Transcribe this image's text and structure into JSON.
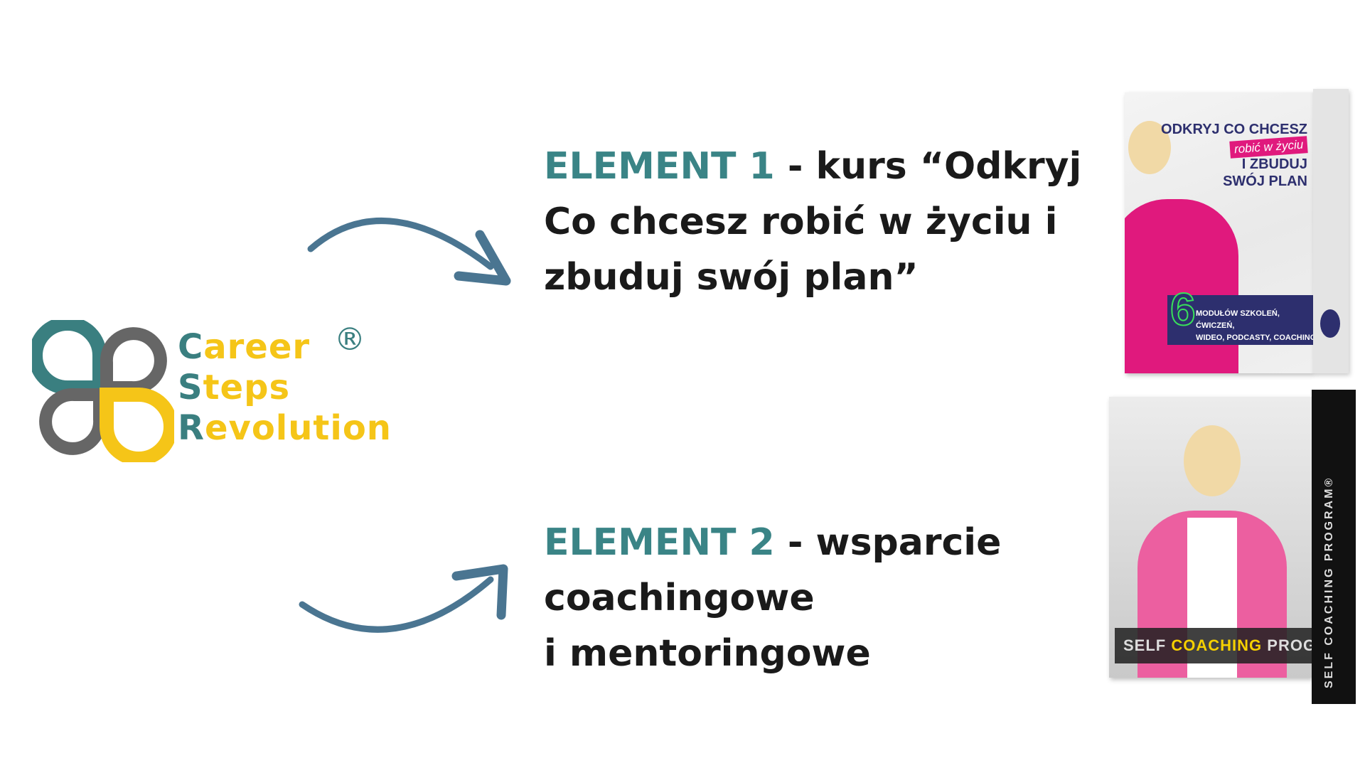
{
  "logo": {
    "lines": [
      {
        "initial": "C",
        "rest": "areer"
      },
      {
        "initial": "S",
        "rest": "teps"
      },
      {
        "initial": "R",
        "rest": "evolution"
      }
    ],
    "registered": "®",
    "colors": {
      "teal": "#3a7f80",
      "gray": "#666666",
      "yellow": "#f5c518"
    }
  },
  "element1": {
    "label": "ELEMENT 1",
    "text_line1": " - kurs “Odkryj",
    "text_line2": "Co chcesz robić w życiu i",
    "text_line3": "zbuduj swój plan”"
  },
  "element2": {
    "label": "ELEMENT 2",
    "text_line1": " - wsparcie",
    "text_line2": "coachingowe",
    "text_line3": "i mentoringowe"
  },
  "product1": {
    "title1": "ODKRYJ CO CHCESZ",
    "script": "robić w życiu",
    "title2": "I ZBUDUJ",
    "title3": "SWÓJ PLAN",
    "number": "6",
    "banner1": "MODUŁÓW SZKOLEŃ, ĆWICZEŃ,",
    "banner2": "WIDEO, PODCASTY, COACHING"
  },
  "product2": {
    "word1": "SELF",
    "word2": "COACHING",
    "word3": "PROGRAM®",
    "spine": "SELF COACHING PROGRAM®"
  },
  "colors": {
    "arrow": "#4a7591",
    "accent_teal": "#3a8486",
    "pink": "#e0197d",
    "navy": "#2d2f6e"
  }
}
